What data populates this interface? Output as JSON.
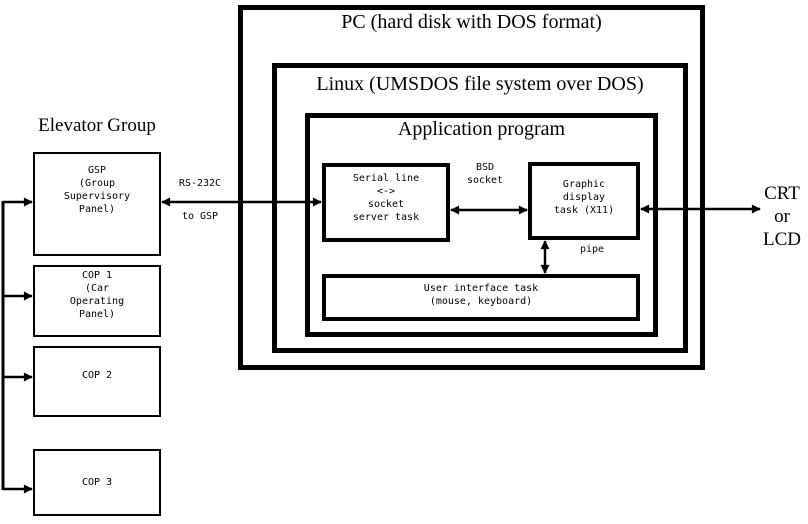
{
  "colors": {
    "line": "#000000",
    "background": "#ffffff"
  },
  "elevator_group": {
    "title": "Elevator Group",
    "gsp": "GSP\n(Group\nSupervisory\nPanel)",
    "cop1": "COP 1\n(Car\nOperating\nPanel)",
    "cop2": "COP 2",
    "cop3": "COP 3"
  },
  "pc": {
    "title": "PC (hard disk with DOS format)",
    "linux": {
      "title": "Linux (UMSDOS file system over DOS)",
      "application": {
        "title": "Application program",
        "serial_task": "Serial line\n<->\nsocket\nserver task",
        "graphic_task": "Graphic\ndisplay\ntask (X11)",
        "ui_task": "User interface task\n(mouse, keyboard)"
      }
    }
  },
  "connections": {
    "rs232c": "RS-232C",
    "to_gsp": "to GSP",
    "bsd_socket": "BSD\nsocket",
    "pipe": "pipe",
    "display": "CRT\nor\nLCD"
  }
}
